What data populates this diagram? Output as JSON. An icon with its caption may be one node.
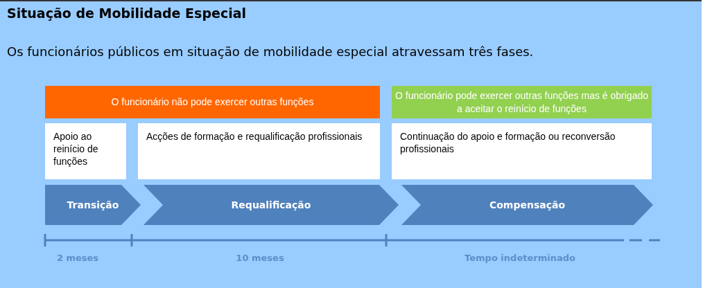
{
  "diagram": {
    "title": "Situação de Mobilidade Especial",
    "nodes": [
      {
        "text": [
          "O funcionário não pode exercer outras funções"
        ]
      },
      {
        "text": [
          "O funcionário pode exercer outras funções mas é obrigado a aceitar o reinício de funções"
        ]
      },
      {
        "text": [
          "Apoio ao reinício de funções"
        ]
      },
      {
        "text": [
          "Acções de formação e requalificação profissionais"
        ]
      },
      {
        "text": [
          "Continuação do apoio e formação ou reconversão profissionais"
        ]
      },
      {
        "text": [
          "Transição"
        ],
        "beside": [
          "2 meses"
        ]
      },
      {
        "text": [
          "Requalificação"
        ],
        "beside": [
          "10 meses"
        ]
      },
      {
        "text": [
          "Compensação"
        ],
        "beside": [
          "Tempo indeterminado"
        ]
      }
    ],
    "labels": [
      "Os funcionários públicos em situação de mobilidade especial atravessam três fases."
    ]
  }
}
